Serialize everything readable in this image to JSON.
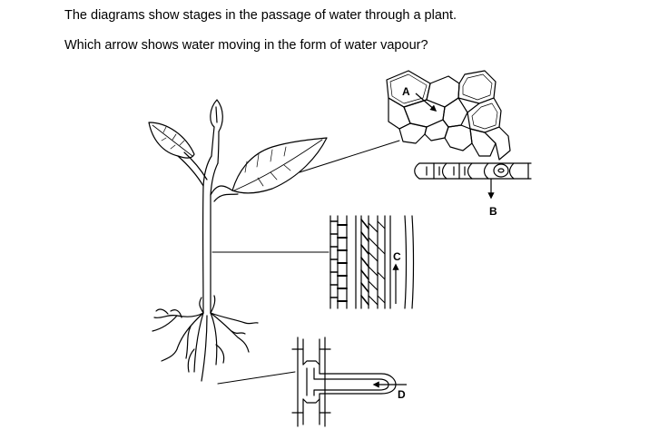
{
  "question": {
    "intro": "The diagrams show stages in the passage of water through a plant.",
    "prompt": "Which arrow shows water moving in the form of water vapour?"
  },
  "labels": {
    "a": "A",
    "b": "B",
    "c": "C",
    "d": "D"
  },
  "colors": {
    "ink": "#000000",
    "background": "#ffffff"
  }
}
